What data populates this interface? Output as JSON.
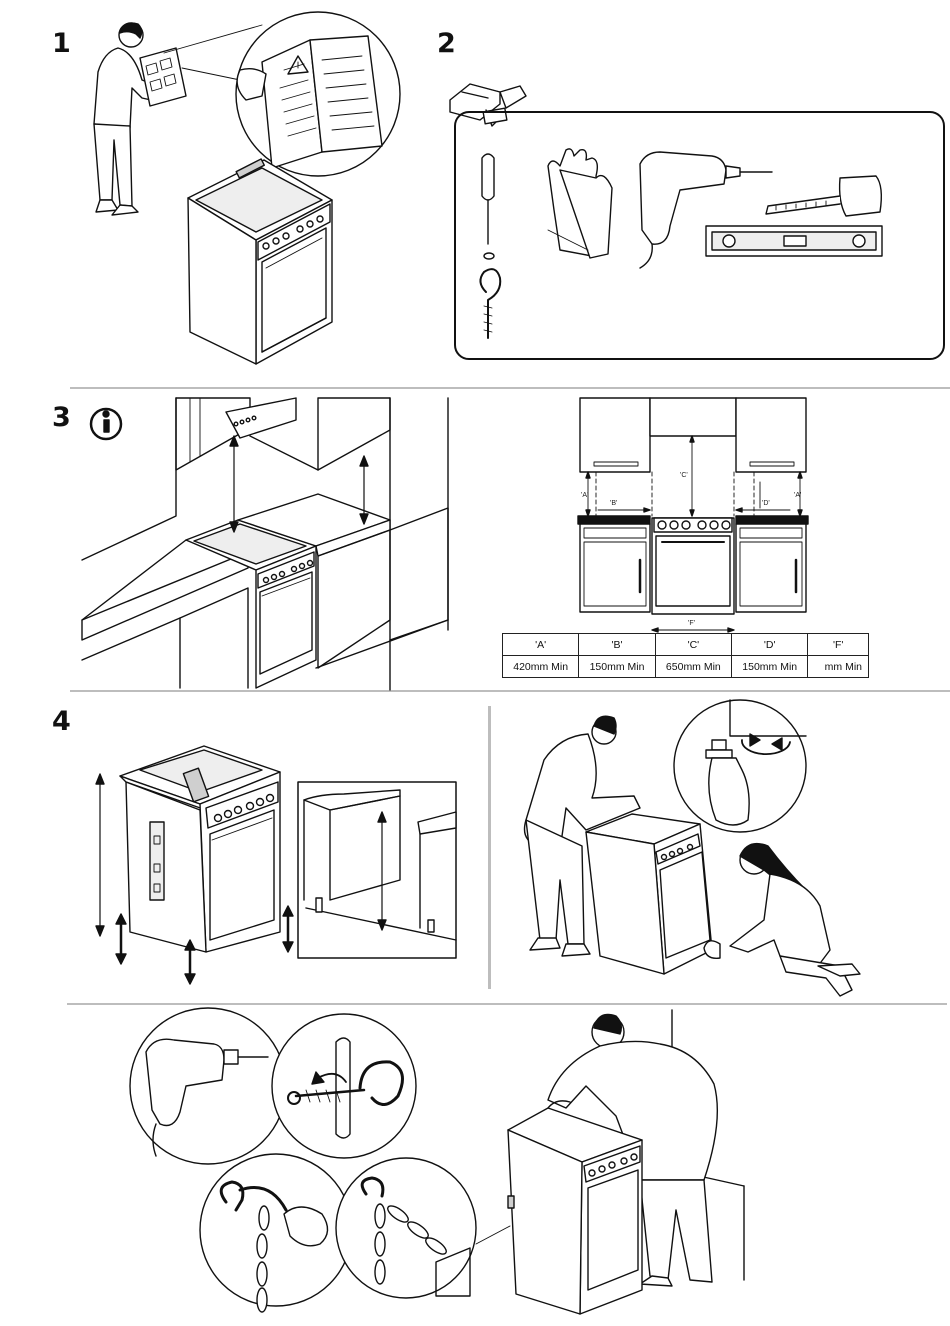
{
  "steps": [
    {
      "number": "1"
    },
    {
      "number": "2"
    },
    {
      "number": "3"
    },
    {
      "number": "4"
    }
  ],
  "clearances": {
    "headers": [
      "'A'",
      "'B'",
      "'C'",
      "'D'",
      "'F'"
    ],
    "values": [
      "420mm Min",
      "150mm Min",
      "650mm Min",
      "150mm Min",
      "mm Min"
    ]
  },
  "diagram_labels": {
    "a_left": "'A'",
    "b": "'B'",
    "c": "'C'",
    "d": "'D'",
    "a_right": "'A'",
    "f": "'F'"
  },
  "icons": {
    "step3": "info-icon",
    "manual_warning": "warning-icon"
  }
}
